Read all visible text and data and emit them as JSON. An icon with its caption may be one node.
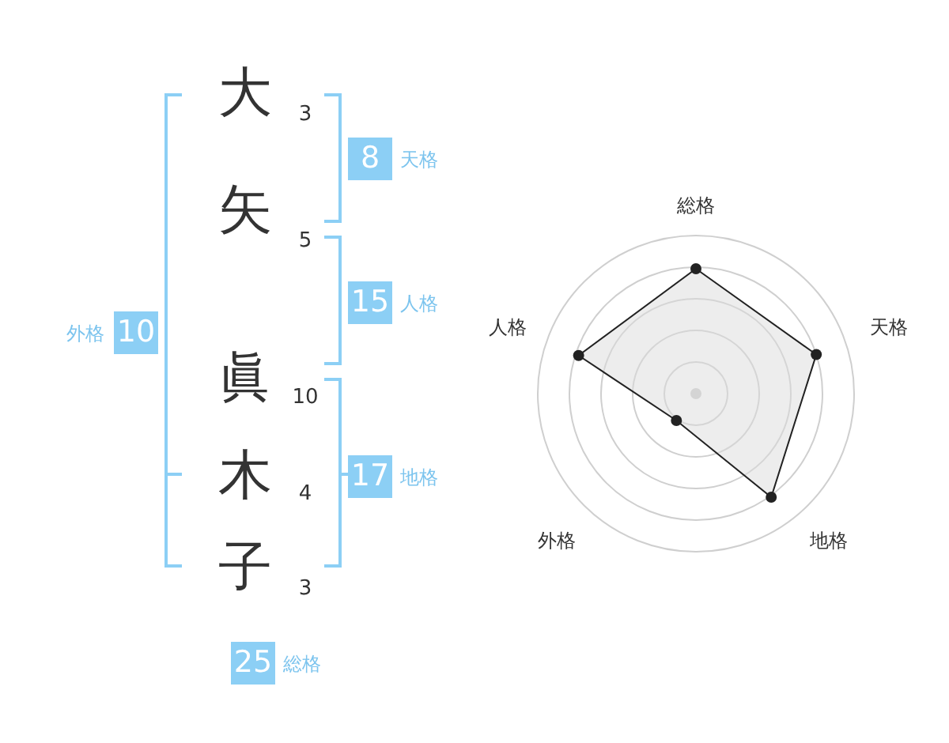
{
  "diagram": {
    "nodes": [
      {
        "text": [
          "8"
        ],
        "beside": [
          "天格"
        ]
      },
      {
        "text": [
          "15"
        ],
        "beside": [
          "人格"
        ]
      },
      {
        "text": [
          "10"
        ],
        "beside": [
          "外格"
        ]
      },
      {
        "text": [
          "17"
        ],
        "beside": [
          "地格"
        ]
      },
      {
        "text": [
          "25"
        ],
        "beside": [
          "総格"
        ]
      }
    ],
    "labels": [
      "大",
      "3",
      "矢",
      "5",
      "眞",
      "10",
      "木",
      "4",
      "子",
      "3",
      "総格",
      "人格",
      "天格",
      "外格",
      "地格"
    ]
  }
}
